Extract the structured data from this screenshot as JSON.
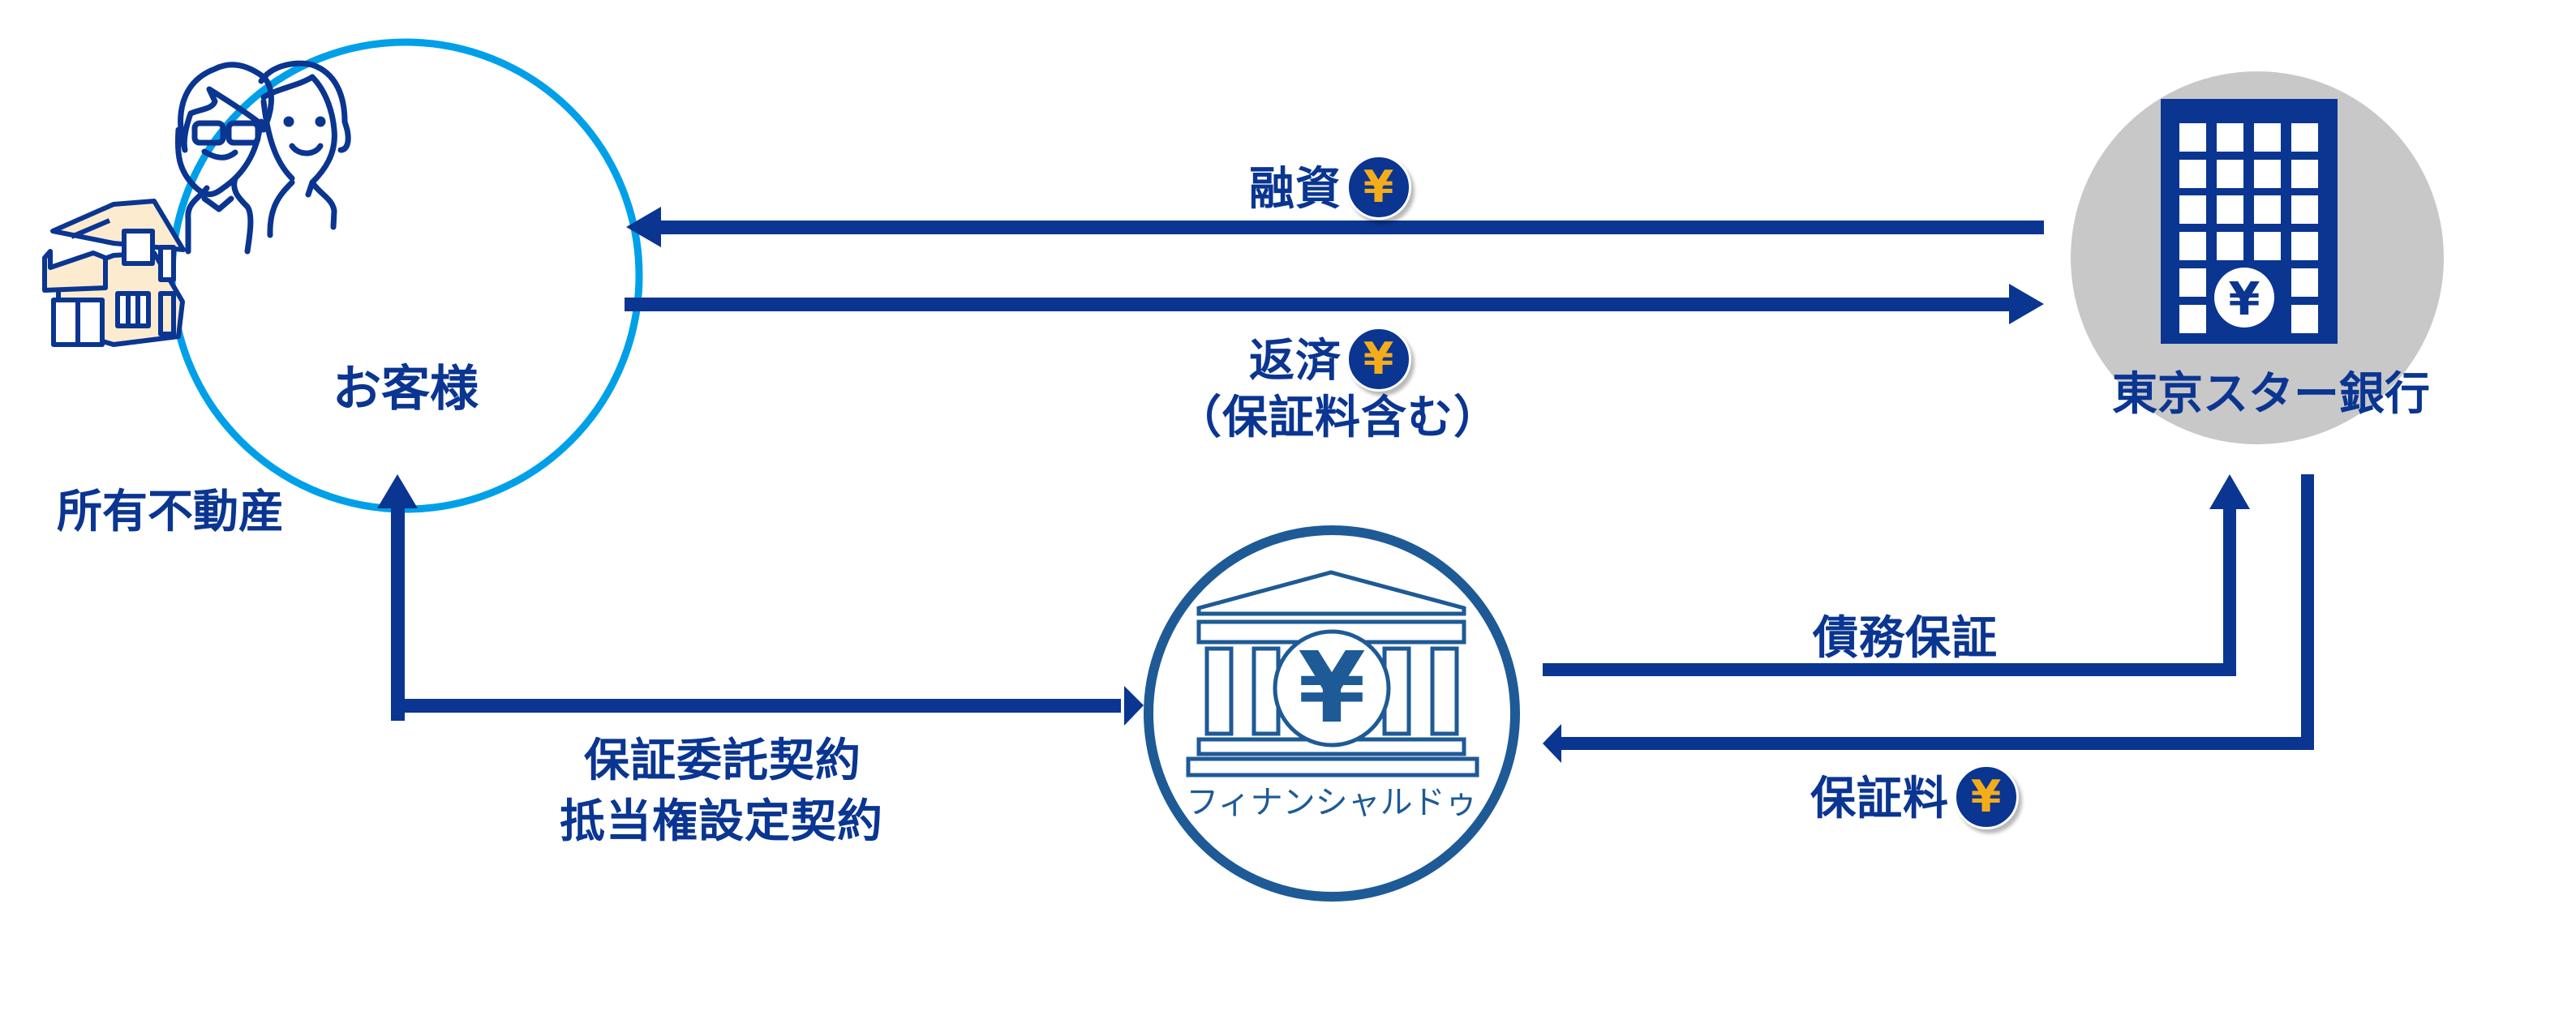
{
  "colors": {
    "arrow": "#0A3591",
    "label": "#0A3591",
    "customer_ring": "#00A0E9",
    "bank_bg": "#C8C8C8",
    "guarantor_ring": "#1E5A96",
    "yen_gold": "#F5AC1B",
    "house_fill": "#FDEBCF"
  },
  "nodes": {
    "customer": {
      "label": "お客様",
      "icon": "people-couple-icon"
    },
    "property": {
      "label": "所有不動産",
      "icon": "house-icon"
    },
    "bank": {
      "label": "東京スター銀行",
      "icon": "bank-building-icon",
      "building_symbol": "¥"
    },
    "guarantor": {
      "label": "フィナンシャルドゥ",
      "icon": "bank-temple-icon",
      "symbol": "¥"
    }
  },
  "flows": {
    "loan": {
      "label": "融資",
      "yen": "¥",
      "from": "東京スター銀行",
      "to": "お客様"
    },
    "repayment": {
      "label": "返済",
      "yen": "¥",
      "note": "（保証料含む）",
      "from": "お客様",
      "to": "東京スター銀行"
    },
    "contracts": {
      "line1": "保証委託契約",
      "line2": "抵当権設定契約",
      "from": "お客様",
      "to": "フィナンシャルドゥ"
    },
    "debt_guarantee": {
      "label": "債務保証",
      "from": "フィナンシャルドゥ",
      "to": "東京スター銀行"
    },
    "guarantee_fee": {
      "label": "保証料",
      "yen": "¥",
      "from": "東京スター銀行",
      "to": "フィナンシャルドゥ"
    }
  }
}
